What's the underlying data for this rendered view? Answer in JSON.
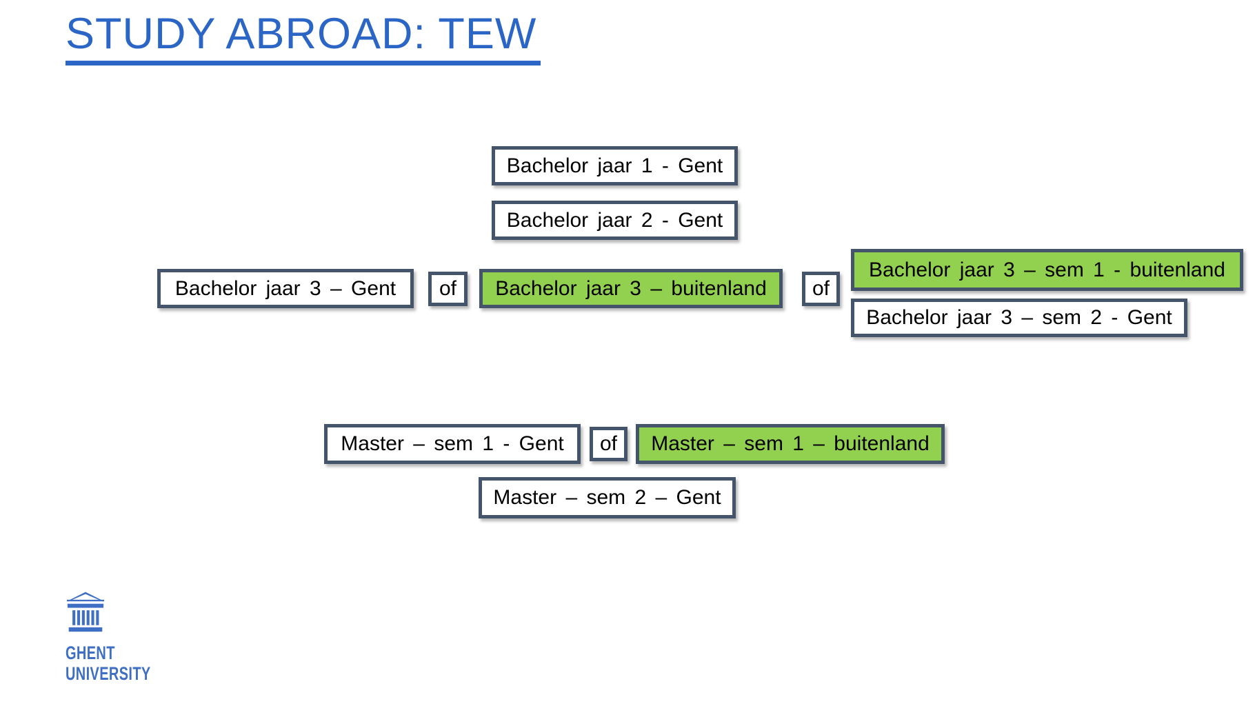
{
  "slide": {
    "title": "STUDY ABROAD: TEW"
  },
  "colors": {
    "title_blue": "#2b66c6",
    "box_border": "#44546a",
    "highlight_green": "#92d050",
    "box_fill_white": "#ffffff",
    "logo_blue": "#3e6fc4",
    "text_black": "#000000"
  },
  "diagram": {
    "boxes": [
      {
        "id": "bachelor-jaar-1-gent",
        "label": "Bachelor jaar 1 - Gent",
        "variant": "white"
      },
      {
        "id": "bachelor-jaar-2-gent",
        "label": "Bachelor jaar 2 - Gent",
        "variant": "white"
      },
      {
        "id": "bachelor-jaar-3-gent",
        "label": "Bachelor jaar 3 – Gent",
        "variant": "white"
      },
      {
        "id": "of-connector-1",
        "label": "of",
        "variant": "white"
      },
      {
        "id": "bachelor-jaar-3-buitenland",
        "label": "Bachelor jaar 3 – buitenland",
        "variant": "green"
      },
      {
        "id": "of-connector-2",
        "label": "of",
        "variant": "white"
      },
      {
        "id": "bachelor-jaar-3-sem1-buitenland",
        "label": "Bachelor jaar 3 – sem 1 - buitenland",
        "variant": "green"
      },
      {
        "id": "bachelor-jaar-3-sem2-gent",
        "label": "Bachelor jaar 3 – sem 2 - Gent",
        "variant": "white"
      },
      {
        "id": "master-sem1-gent",
        "label": "Master – sem 1 - Gent",
        "variant": "white"
      },
      {
        "id": "of-connector-3",
        "label": "of",
        "variant": "white"
      },
      {
        "id": "master-sem1-buitenland",
        "label": "Master – sem 1 – buitenland",
        "variant": "green"
      },
      {
        "id": "master-sem2-gent",
        "label": "Master – sem 2 – Gent",
        "variant": "white"
      }
    ]
  },
  "logo": {
    "icon": "temple-columns-icon",
    "line1": "GHENT",
    "line2": "UNIVERSITY"
  }
}
